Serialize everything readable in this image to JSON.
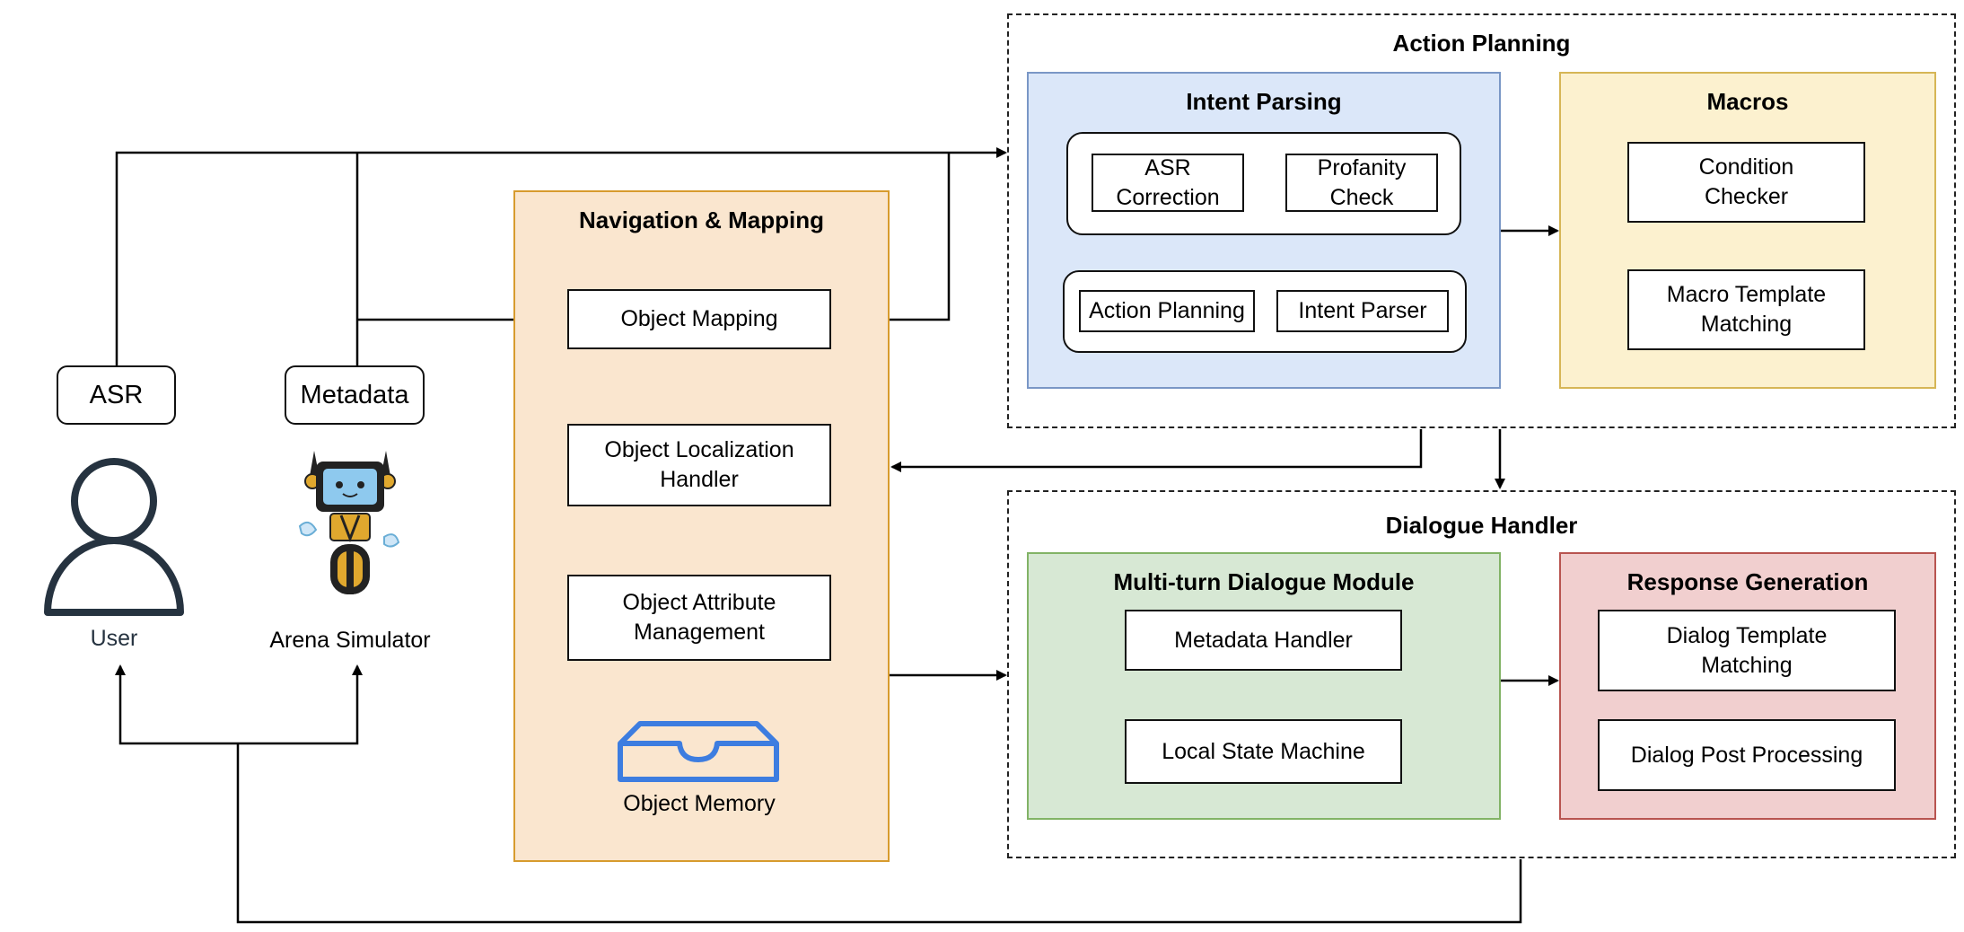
{
  "inputs": {
    "asr": "ASR",
    "metadata": "Metadata"
  },
  "actors": {
    "user": "User",
    "arena_simulator": "Arena Simulator"
  },
  "navigation": {
    "title": "Navigation & Mapping",
    "object_mapping": "Object Mapping",
    "object_localization": "Object Localization Handler",
    "object_attribute": "Object Attribute Management",
    "object_memory": "Object Memory"
  },
  "action_planning": {
    "title": "Action Planning",
    "intent_parsing": {
      "title": "Intent Parsing",
      "asr_correction": "ASR Correction",
      "profanity_check": "Profanity Check",
      "action_planning": "Action Planning",
      "intent_parser": "Intent Parser"
    },
    "macros": {
      "title": "Macros",
      "condition_checker": "Condition Checker",
      "macro_template": "Macro Template Matching"
    }
  },
  "dialogue_handler": {
    "title": "Dialogue Handler",
    "multi_turn": {
      "title": "Multi-turn Dialogue Module",
      "metadata_handler": "Metadata Handler",
      "local_state_machine": "Local State Machine"
    },
    "response_generation": {
      "title": "Response Generation",
      "dialog_template": "Dialog Template Matching",
      "dialog_post_processing": "Dialog Post Processing"
    }
  }
}
